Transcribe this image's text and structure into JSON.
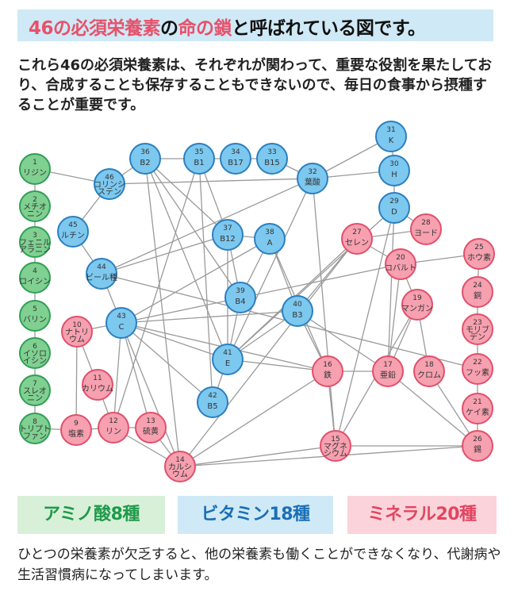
{
  "title": {
    "highlight1": "46の必須栄養素",
    "plain1": "の",
    "highlight2": "命の鎖",
    "plain2": "と呼ばれている図です。"
  },
  "intro": "これら46の必須栄養素は、それぞれが関わって、重要な役割を果たしており、合成することも保存することもできないので、毎日の食事から摂種することが重要です。",
  "colors": {
    "amino_fill": "#7fd091",
    "amino_stroke": "#2f9f55",
    "vitamin_fill": "#7cc8ef",
    "vitamin_stroke": "#2b7fbf",
    "mineral_fill": "#f6a0b0",
    "mineral_stroke": "#e0506b",
    "edge": "#9a9a9a"
  },
  "nodes": [
    {
      "id": "a1",
      "cat": "amino",
      "num": "1",
      "label": "リジン"
    },
    {
      "id": "a2",
      "cat": "amino",
      "num": "2",
      "label": "メチオニン"
    },
    {
      "id": "a3",
      "cat": "amino",
      "num": "3",
      "label": "フェニルアラニン"
    },
    {
      "id": "a4",
      "cat": "amino",
      "num": "4",
      "label": "ロイシン"
    },
    {
      "id": "a5",
      "cat": "amino",
      "num": "5",
      "label": "バリン"
    },
    {
      "id": "a6",
      "cat": "amino",
      "num": "6",
      "label": "イソロイシン"
    },
    {
      "id": "a7",
      "cat": "amino",
      "num": "7",
      "label": "スレオニン"
    },
    {
      "id": "a8",
      "cat": "amino",
      "num": "8",
      "label": "トリプトファン"
    },
    {
      "id": "v46",
      "cat": "vitamin",
      "num": "46",
      "label": "コリンシステン"
    },
    {
      "id": "v45",
      "cat": "vitamin",
      "num": "45",
      "label": "ルチン"
    },
    {
      "id": "v44",
      "cat": "vitamin",
      "num": "44",
      "label": "ビール種"
    },
    {
      "id": "v43",
      "cat": "vitamin",
      "num": "43",
      "label": "C"
    },
    {
      "id": "v36",
      "cat": "vitamin",
      "num": "36",
      "label": "B2"
    },
    {
      "id": "v35",
      "cat": "vitamin",
      "num": "35",
      "label": "B1"
    },
    {
      "id": "v34",
      "cat": "vitamin",
      "num": "34",
      "label": "B17"
    },
    {
      "id": "v33",
      "cat": "vitamin",
      "num": "33",
      "label": "B15"
    },
    {
      "id": "v32",
      "cat": "vitamin",
      "num": "32",
      "label": "葉酸"
    },
    {
      "id": "v31",
      "cat": "vitamin",
      "num": "31",
      "label": "K"
    },
    {
      "id": "v30",
      "cat": "vitamin",
      "num": "30",
      "label": "H"
    },
    {
      "id": "v29",
      "cat": "vitamin",
      "num": "29",
      "label": "D"
    },
    {
      "id": "v37",
      "cat": "vitamin",
      "num": "37",
      "label": "B12"
    },
    {
      "id": "v38",
      "cat": "vitamin",
      "num": "38",
      "label": "A"
    },
    {
      "id": "v39",
      "cat": "vitamin",
      "num": "39",
      "label": "B4"
    },
    {
      "id": "v40",
      "cat": "vitamin",
      "num": "40",
      "label": "B3"
    },
    {
      "id": "v41",
      "cat": "vitamin",
      "num": "41",
      "label": "E"
    },
    {
      "id": "v42",
      "cat": "vitamin",
      "num": "42",
      "label": "B5"
    },
    {
      "id": "m10",
      "cat": "mineral",
      "num": "10",
      "label": "ナトリウム"
    },
    {
      "id": "m11",
      "cat": "mineral",
      "num": "11",
      "label": "カリウム"
    },
    {
      "id": "m9",
      "cat": "mineral",
      "num": "9",
      "label": "塩素"
    },
    {
      "id": "m12",
      "cat": "mineral",
      "num": "12",
      "label": "リン"
    },
    {
      "id": "m13",
      "cat": "mineral",
      "num": "13",
      "label": "硫黄"
    },
    {
      "id": "m14",
      "cat": "mineral",
      "num": "14",
      "label": "カルシウム"
    },
    {
      "id": "m15",
      "cat": "mineral",
      "num": "15",
      "label": "マグネシウム"
    },
    {
      "id": "m16",
      "cat": "mineral",
      "num": "16",
      "label": "鉄"
    },
    {
      "id": "m17",
      "cat": "mineral",
      "num": "17",
      "label": "亜鉛"
    },
    {
      "id": "m18",
      "cat": "mineral",
      "num": "18",
      "label": "クロム"
    },
    {
      "id": "m19",
      "cat": "mineral",
      "num": "19",
      "label": "マンガン"
    },
    {
      "id": "m20",
      "cat": "mineral",
      "num": "20",
      "label": "コバルト"
    },
    {
      "id": "m27",
      "cat": "mineral",
      "num": "27",
      "label": "セレン"
    },
    {
      "id": "m28",
      "cat": "mineral",
      "num": "28",
      "label": "ヨード"
    },
    {
      "id": "m25",
      "cat": "mineral",
      "num": "25",
      "label": "ホウ素"
    },
    {
      "id": "m24",
      "cat": "mineral",
      "num": "24",
      "label": "銅"
    },
    {
      "id": "m23",
      "cat": "mineral",
      "num": "23",
      "label": "モリブデン"
    },
    {
      "id": "m22",
      "cat": "mineral",
      "num": "22",
      "label": "フッ素"
    },
    {
      "id": "m21",
      "cat": "mineral",
      "num": "21",
      "label": "ケイ素"
    },
    {
      "id": "m26",
      "cat": "mineral",
      "num": "26",
      "label": "錫"
    }
  ],
  "edges": [
    [
      "a1",
      "a2"
    ],
    [
      "a2",
      "a3"
    ],
    [
      "a3",
      "a4"
    ],
    [
      "a4",
      "a5"
    ],
    [
      "a5",
      "a6"
    ],
    [
      "a6",
      "a7"
    ],
    [
      "a7",
      "a8"
    ],
    [
      "a1",
      "v46"
    ],
    [
      "a8",
      "m9"
    ],
    [
      "v46",
      "v45"
    ],
    [
      "v46",
      "v36"
    ],
    [
      "v45",
      "v44"
    ],
    [
      "v44",
      "v43"
    ],
    [
      "v46",
      "v32"
    ],
    [
      "v36",
      "v35"
    ],
    [
      "v35",
      "v34"
    ],
    [
      "v34",
      "v33"
    ],
    [
      "v33",
      "v32"
    ],
    [
      "v32",
      "v30"
    ],
    [
      "v32",
      "v31"
    ],
    [
      "v31",
      "v30"
    ],
    [
      "v30",
      "v29"
    ],
    [
      "v29",
      "m28"
    ],
    [
      "v36",
      "v37"
    ],
    [
      "v35",
      "v37"
    ],
    [
      "v35",
      "v42"
    ],
    [
      "v36",
      "v39"
    ],
    [
      "v36",
      "m14"
    ],
    [
      "v36",
      "v41"
    ],
    [
      "v35",
      "m12"
    ],
    [
      "v37",
      "v38"
    ],
    [
      "v37",
      "v39"
    ],
    [
      "v38",
      "v39"
    ],
    [
      "v38",
      "v40"
    ],
    [
      "v38",
      "m16"
    ],
    [
      "v37",
      "v41"
    ],
    [
      "v39",
      "v41"
    ],
    [
      "v40",
      "v41"
    ],
    [
      "v40",
      "m16"
    ],
    [
      "v40",
      "m17"
    ],
    [
      "v43",
      "v41"
    ],
    [
      "v43",
      "v42"
    ],
    [
      "v43",
      "m12"
    ],
    [
      "v43",
      "m10"
    ],
    [
      "v43",
      "v38"
    ],
    [
      "v43",
      "m20"
    ],
    [
      "v43",
      "m13"
    ],
    [
      "v43",
      "v40"
    ],
    [
      "v43",
      "m16"
    ],
    [
      "v43",
      "m14"
    ],
    [
      "v44",
      "v37"
    ],
    [
      "v44",
      "m22"
    ],
    [
      "v44",
      "v32"
    ],
    [
      "v41",
      "m27"
    ],
    [
      "v41",
      "v29"
    ],
    [
      "v41",
      "v42"
    ],
    [
      "v41",
      "m16"
    ],
    [
      "v32",
      "m15"
    ],
    [
      "v32",
      "v41"
    ],
    [
      "v29",
      "m15"
    ],
    [
      "v29",
      "m17"
    ],
    [
      "m10",
      "m11"
    ],
    [
      "m10",
      "m9"
    ],
    [
      "m11",
      "m12"
    ],
    [
      "m9",
      "m12"
    ],
    [
      "m12",
      "m13"
    ],
    [
      "m12",
      "m14"
    ],
    [
      "m13",
      "m14"
    ],
    [
      "m14",
      "m15"
    ],
    [
      "m14",
      "m16"
    ],
    [
      "m14",
      "m26"
    ],
    [
      "m15",
      "m16"
    ],
    [
      "m15",
      "m26"
    ],
    [
      "m16",
      "m17"
    ],
    [
      "m17",
      "m19"
    ],
    [
      "m17",
      "m20"
    ],
    [
      "m17",
      "m26"
    ],
    [
      "m19",
      "m20"
    ],
    [
      "m19",
      "m18"
    ],
    [
      "m18",
      "m26"
    ],
    [
      "m20",
      "m25"
    ],
    [
      "m27",
      "m28"
    ],
    [
      "m27",
      "m20"
    ],
    [
      "m27",
      "v40"
    ],
    [
      "m27",
      "m14"
    ],
    [
      "m25",
      "m24"
    ],
    [
      "m24",
      "m23"
    ],
    [
      "m23",
      "m22"
    ],
    [
      "m22",
      "m21"
    ],
    [
      "m21",
      "m26"
    ],
    [
      "m19",
      "m15"
    ]
  ],
  "legend": {
    "amino": "アミノ酸8種",
    "vitamin": "ビタミン18種",
    "mineral": "ミネラル20種"
  },
  "footer": "ひとつの栄養素が欠乏すると、他の栄養素も働くことができなくなり、代謝病や生活習慣病になってしまいます。"
}
